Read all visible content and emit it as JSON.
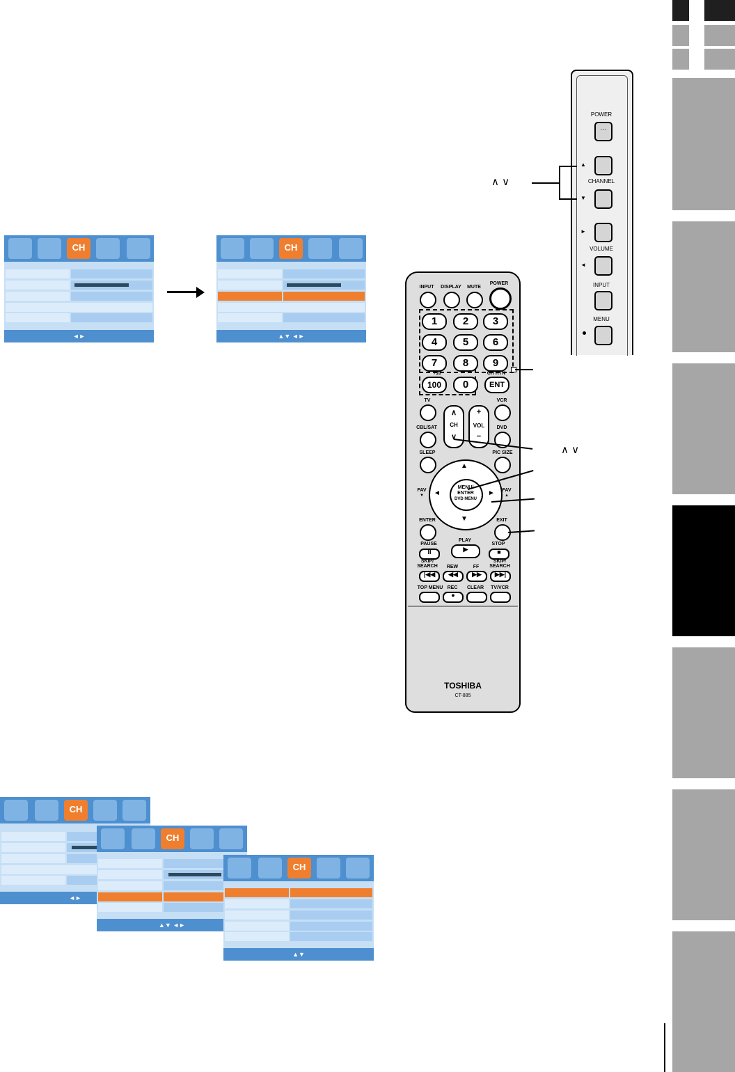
{
  "remote": {
    "top_buttons": [
      "INPUT",
      "DISPLAY",
      "MUTE",
      "POWER"
    ],
    "numbers": [
      "1",
      "2",
      "3",
      "4",
      "5",
      "6",
      "7",
      "8",
      "9"
    ],
    "plus10": "+10",
    "hundred": "100",
    "zero": "0",
    "ch_rtn": "CH RTN",
    "ent": "ENT",
    "tv": "TV",
    "vcr": "VCR",
    "cbl_sat": "CBL/SAT",
    "dvd": "DVD",
    "ch": "CH",
    "vol": "VOL",
    "plus": "+",
    "minus": "−",
    "sleep": "SLEEP",
    "pic_size": "PIC SIZE",
    "menu_enter": "MENU/ ENTER",
    "dvd_menu": "DVD MENU",
    "fav": "FAV",
    "enter": "ENTER",
    "exit": "EXIT",
    "pause": "PAUSE",
    "play": "PLAY",
    "stop": "STOP",
    "skip_search": "SKIP/ SEARCH",
    "rew": "REW",
    "ff": "FF",
    "top_menu": "TOP MENU",
    "rec": "REC",
    "clear": "CLEAR",
    "tv_vcr": "TV/VCR",
    "brand": "TOSHIBA",
    "model": "CT-885"
  },
  "side_panel": {
    "power": "POWER",
    "channel": "CHANNEL",
    "volume": "VOLUME",
    "input": "INPUT",
    "menu": "MENU"
  },
  "menu_icon_ch": "CH",
  "nav_hint_lr": "◄►",
  "nav_hint_udlr": "▲▼ ◄►",
  "nav_hint_ud": "▲▼",
  "icons": {
    "picture": "picture-icon",
    "audio": "audio-icon",
    "channel": "channel-icon",
    "setup": "wrench-icon",
    "lock": "lock-icon"
  },
  "colors": {
    "menu_blue": "#4e8fcf",
    "row_light": "#c6dff5",
    "highlight": "#ef7f2f",
    "tab_gray": "#a6a6a6"
  }
}
